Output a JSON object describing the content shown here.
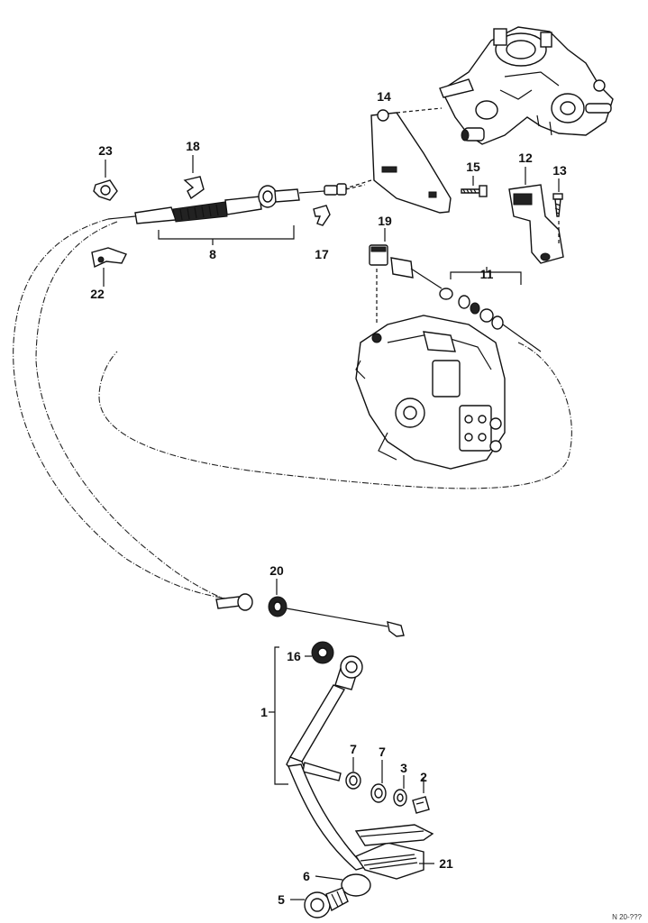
{
  "labels": {
    "p1": "1",
    "p2": "2",
    "p3": "3",
    "p5": "5",
    "p6": "6",
    "p7a": "7",
    "p7b": "7",
    "p8": "8",
    "p11": "11",
    "p12": "12",
    "p13": "13",
    "p14": "14",
    "p15": "15",
    "p16": "16",
    "p17": "17",
    "p18": "18",
    "p19": "19",
    "p20": "20",
    "p21": "21",
    "p22": "22",
    "p23": "23"
  },
  "drawing_code": "N 20-???"
}
